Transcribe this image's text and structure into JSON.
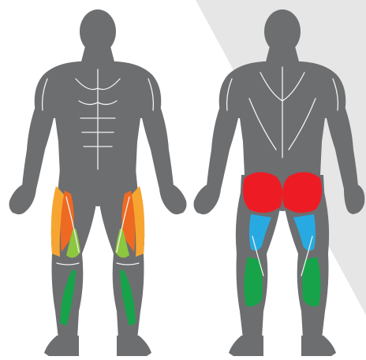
{
  "colors": {
    "background": "#ffffff",
    "backdrop": "#e6e6e6",
    "body": "#6d6e70",
    "muscle_lines": "#f2f2f2"
  },
  "views": [
    {
      "id": "front",
      "name": "front-view"
    },
    {
      "id": "back",
      "name": "back-view"
    }
  ],
  "highlights": [
    {
      "muscle": "vastus-lateralis",
      "view": "front",
      "color": "#f7a531"
    },
    {
      "muscle": "rectus-femoris",
      "view": "front",
      "color": "#ee6a22"
    },
    {
      "muscle": "vastus-medialis",
      "view": "front",
      "color": "#8dc63f"
    },
    {
      "muscle": "tibialis-anterior",
      "view": "front",
      "color": "#17a34a"
    },
    {
      "muscle": "gluteus-maximus",
      "view": "back",
      "color": "#ed1c24"
    },
    {
      "muscle": "hamstrings",
      "view": "back",
      "color": "#27aae1"
    },
    {
      "muscle": "calves",
      "view": "back",
      "color": "#17a34a"
    }
  ]
}
